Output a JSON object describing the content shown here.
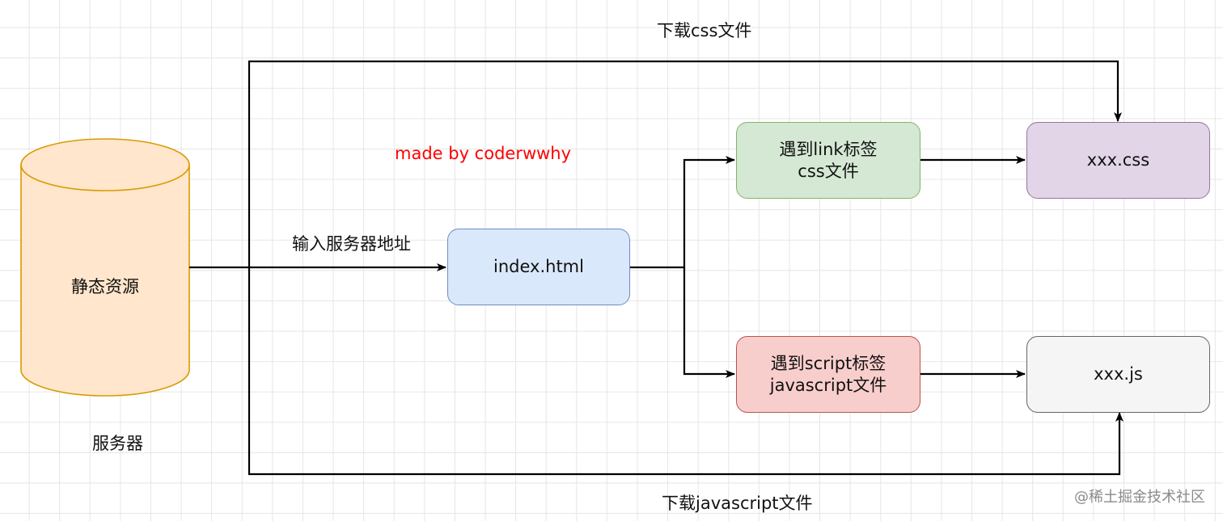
{
  "server": {
    "cylinder_label": "静态资源",
    "caption": "服务器",
    "fill": "#ffe6cc",
    "stroke": "#d79b00"
  },
  "edges": {
    "input_address": "输入服务器地址",
    "download_css": "下载css文件",
    "download_js": "下载javascript文件"
  },
  "watermark_top": "made by coderwwhy",
  "watermark_color": "#ff0000",
  "nodes": {
    "index": {
      "text": "index.html",
      "fill": "#dae8fc",
      "stroke": "#6c8ebf"
    },
    "link": {
      "line1": "遇到link标签",
      "line2": "css文件",
      "fill": "#d5e8d4",
      "stroke": "#82b366"
    },
    "script": {
      "line1": "遇到script标签",
      "line2": "javascript文件",
      "fill": "#f8cecc",
      "stroke": "#b85450"
    },
    "css_file": {
      "text": "xxx.css",
      "fill": "#e1d5e7",
      "stroke": "#9673a6"
    },
    "js_file": {
      "text": "xxx.js",
      "fill": "#f5f5f5",
      "stroke": "#666666"
    }
  },
  "footer_watermark": "@稀土掘金技术社区"
}
